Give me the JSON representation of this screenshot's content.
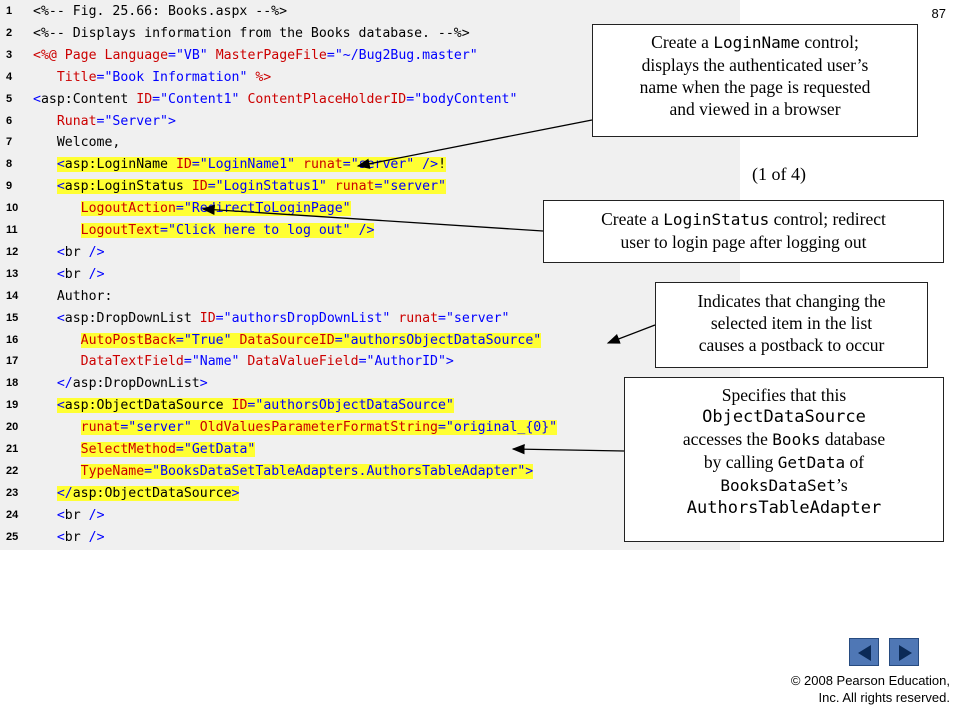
{
  "slide_number": "87",
  "code_lines": [
    {
      "num": "1",
      "highlight": false,
      "tokens": [
        [
          "t-black",
          "<%-- Fig. 25.66: Books.aspx --%>"
        ]
      ]
    },
    {
      "num": "2",
      "highlight": false,
      "tokens": [
        [
          "t-black",
          "<%-- Displays information from the Books database. --%>"
        ]
      ]
    },
    {
      "num": "3",
      "highlight": false,
      "tokens": [
        [
          "t-red",
          "<%@"
        ],
        [
          "t-black",
          " "
        ],
        [
          "t-red",
          "Page"
        ],
        [
          "t-black",
          " "
        ],
        [
          "t-red",
          "Language"
        ],
        [
          "t-blue",
          "="
        ],
        [
          "t-blue",
          "\"VB\""
        ],
        [
          "t-black",
          " "
        ],
        [
          "t-red",
          "MasterPageFile"
        ],
        [
          "t-blue",
          "="
        ],
        [
          "t-blue",
          "\"~/Bug2Bug.master\""
        ]
      ]
    },
    {
      "num": "4",
      "highlight": false,
      "tokens": [
        [
          "t-black",
          "   "
        ],
        [
          "t-red",
          "Title"
        ],
        [
          "t-blue",
          "="
        ],
        [
          "t-blue",
          "\"Book Information\""
        ],
        [
          "t-black",
          " "
        ],
        [
          "t-red",
          "%>"
        ]
      ]
    },
    {
      "num": "5",
      "highlight": false,
      "tokens": [
        [
          "t-blue",
          "<"
        ],
        [
          "t-black",
          "asp:Content"
        ],
        [
          "t-black",
          " "
        ],
        [
          "t-red",
          "ID"
        ],
        [
          "t-blue",
          "="
        ],
        [
          "t-blue",
          "\"Content1\""
        ],
        [
          "t-black",
          " "
        ],
        [
          "t-red",
          "ContentPlaceHolderID"
        ],
        [
          "t-blue",
          "="
        ],
        [
          "t-blue",
          "\"bodyContent\""
        ]
      ]
    },
    {
      "num": "6",
      "highlight": false,
      "tokens": [
        [
          "t-black",
          "   "
        ],
        [
          "t-red",
          "Runat"
        ],
        [
          "t-blue",
          "="
        ],
        [
          "t-blue",
          "\"Server\""
        ],
        [
          "t-blue",
          ">"
        ]
      ]
    },
    {
      "num": "7",
      "highlight": false,
      "tokens": [
        [
          "t-black",
          "   Welcome,"
        ]
      ]
    },
    {
      "num": "8",
      "highlight": true,
      "tokens": [
        [
          "t-black",
          "   "
        ],
        [
          "t-blue",
          "<"
        ],
        [
          "t-black",
          "asp:LoginName"
        ],
        [
          "t-black",
          " "
        ],
        [
          "t-red",
          "ID"
        ],
        [
          "t-blue",
          "="
        ],
        [
          "t-blue",
          "\"LoginName1\""
        ],
        [
          "t-black",
          " "
        ],
        [
          "t-red",
          "runat"
        ],
        [
          "t-blue",
          "="
        ],
        [
          "t-blue",
          "\"server\""
        ],
        [
          "t-black",
          " "
        ],
        [
          "t-blue",
          "/>"
        ],
        [
          "t-black",
          "!"
        ]
      ]
    },
    {
      "num": "9",
      "highlight": true,
      "tokens": [
        [
          "t-black",
          "   "
        ],
        [
          "t-blue",
          "<"
        ],
        [
          "t-black",
          "asp:LoginStatus"
        ],
        [
          "t-black",
          " "
        ],
        [
          "t-red",
          "ID"
        ],
        [
          "t-blue",
          "="
        ],
        [
          "t-blue",
          "\"LoginStatus1\""
        ],
        [
          "t-black",
          " "
        ],
        [
          "t-red",
          "runat"
        ],
        [
          "t-blue",
          "="
        ],
        [
          "t-blue",
          "\"server\""
        ]
      ]
    },
    {
      "num": "10",
      "highlight": true,
      "tokens": [
        [
          "t-black",
          "      "
        ],
        [
          "t-red",
          "LogoutAction"
        ],
        [
          "t-blue",
          "="
        ],
        [
          "t-blue",
          "\"RedirectToLoginPage\""
        ]
      ]
    },
    {
      "num": "11",
      "highlight": true,
      "tokens": [
        [
          "t-black",
          "      "
        ],
        [
          "t-red",
          "LogoutText"
        ],
        [
          "t-blue",
          "="
        ],
        [
          "t-blue",
          "\"Click here to log out\""
        ],
        [
          "t-black",
          " "
        ],
        [
          "t-blue",
          "/>"
        ]
      ]
    },
    {
      "num": "12",
      "highlight": false,
      "tokens": [
        [
          "t-black",
          "   "
        ],
        [
          "t-blue",
          "<"
        ],
        [
          "t-black",
          "br"
        ],
        [
          "t-black",
          " "
        ],
        [
          "t-blue",
          "/>"
        ]
      ]
    },
    {
      "num": "13",
      "highlight": false,
      "tokens": [
        [
          "t-black",
          "   "
        ],
        [
          "t-blue",
          "<"
        ],
        [
          "t-black",
          "br"
        ],
        [
          "t-black",
          " "
        ],
        [
          "t-blue",
          "/>"
        ]
      ]
    },
    {
      "num": "14",
      "highlight": false,
      "tokens": [
        [
          "t-black",
          "   Author:"
        ]
      ]
    },
    {
      "num": "15",
      "highlight": false,
      "tokens": [
        [
          "t-black",
          "   "
        ],
        [
          "t-blue",
          "<"
        ],
        [
          "t-black",
          "asp:DropDownList"
        ],
        [
          "t-black",
          " "
        ],
        [
          "t-red",
          "ID"
        ],
        [
          "t-blue",
          "="
        ],
        [
          "t-blue",
          "\"authorsDropDownList\""
        ],
        [
          "t-black",
          " "
        ],
        [
          "t-red",
          "runat"
        ],
        [
          "t-blue",
          "="
        ],
        [
          "t-blue",
          "\"server\""
        ]
      ]
    },
    {
      "num": "16",
      "highlight": true,
      "tokens": [
        [
          "t-black",
          "      "
        ],
        [
          "t-red",
          "AutoPostBack"
        ],
        [
          "t-blue",
          "="
        ],
        [
          "t-blue",
          "\"True\""
        ],
        [
          "t-black",
          " "
        ],
        [
          "t-red",
          "DataSourceID"
        ],
        [
          "t-blue",
          "="
        ],
        [
          "t-blue",
          "\"authorsObjectDataSource\""
        ]
      ]
    },
    {
      "num": "17",
      "highlight": false,
      "tokens": [
        [
          "t-black",
          "      "
        ],
        [
          "t-red",
          "DataTextField"
        ],
        [
          "t-blue",
          "="
        ],
        [
          "t-blue",
          "\"Name\""
        ],
        [
          "t-black",
          " "
        ],
        [
          "t-red",
          "DataValueField"
        ],
        [
          "t-blue",
          "="
        ],
        [
          "t-blue",
          "\"AuthorID\""
        ],
        [
          "t-blue",
          ">"
        ]
      ]
    },
    {
      "num": "18",
      "highlight": false,
      "tokens": [
        [
          "t-black",
          "   "
        ],
        [
          "t-blue",
          "</"
        ],
        [
          "t-black",
          "asp:DropDownList"
        ],
        [
          "t-blue",
          ">"
        ]
      ]
    },
    {
      "num": "19",
      "highlight": true,
      "tokens": [
        [
          "t-black",
          "   "
        ],
        [
          "t-blue",
          "<"
        ],
        [
          "t-black",
          "asp:ObjectDataSource"
        ],
        [
          "t-black",
          " "
        ],
        [
          "t-red",
          "ID"
        ],
        [
          "t-blue",
          "="
        ],
        [
          "t-blue",
          "\"authorsObjectDataSource\""
        ]
      ]
    },
    {
      "num": "20",
      "highlight": true,
      "tokens": [
        [
          "t-black",
          "      "
        ],
        [
          "t-red",
          "runat"
        ],
        [
          "t-blue",
          "="
        ],
        [
          "t-blue",
          "\"server\""
        ],
        [
          "t-black",
          " "
        ],
        [
          "t-red",
          "OldValuesParameterFormatString"
        ],
        [
          "t-blue",
          "="
        ],
        [
          "t-blue",
          "\"original_{0}\""
        ]
      ]
    },
    {
      "num": "21",
      "highlight": true,
      "tokens": [
        [
          "t-black",
          "      "
        ],
        [
          "t-red",
          "SelectMethod"
        ],
        [
          "t-blue",
          "="
        ],
        [
          "t-blue",
          "\"GetData\""
        ]
      ]
    },
    {
      "num": "22",
      "highlight": true,
      "tokens": [
        [
          "t-black",
          "      "
        ],
        [
          "t-red",
          "TypeName"
        ],
        [
          "t-blue",
          "="
        ],
        [
          "t-blue",
          "\"BooksDataSetTableAdapters.AuthorsTableAdapter\""
        ],
        [
          "t-blue",
          ">"
        ]
      ]
    },
    {
      "num": "23",
      "highlight": true,
      "tokens": [
        [
          "t-black",
          "   "
        ],
        [
          "t-blue",
          "</"
        ],
        [
          "t-black",
          "asp:ObjectDataSource"
        ],
        [
          "t-blue",
          ">"
        ]
      ]
    },
    {
      "num": "24",
      "highlight": false,
      "tokens": [
        [
          "t-black",
          "   "
        ],
        [
          "t-blue",
          "<"
        ],
        [
          "t-black",
          "br"
        ],
        [
          "t-black",
          " "
        ],
        [
          "t-blue",
          "/>"
        ]
      ]
    },
    {
      "num": "25",
      "highlight": false,
      "tokens": [
        [
          "t-black",
          "   "
        ],
        [
          "t-blue",
          "<"
        ],
        [
          "t-black",
          "br"
        ],
        [
          "t-black",
          " "
        ],
        [
          "t-blue",
          "/>"
        ]
      ]
    }
  ],
  "callouts": {
    "loginname": {
      "line1_pre": "Create a ",
      "line1_code": "LoginName",
      "line1_post": " control;",
      "line2": "displays the authenticated user’s",
      "line3": "name when the page is requested",
      "line4": "and viewed in a browser"
    },
    "loginstatus": {
      "line1_pre": "Create a ",
      "line1_code": "LoginStatus",
      "line1_post": " control; redirect",
      "line2": "user to login page after logging out"
    },
    "autopostback": {
      "line1": "Indicates that changing the",
      "line2": "selected item in the list",
      "line3": "causes a postback to occur"
    },
    "objectdatasource": {
      "line1": "Specifies that this",
      "line2_code": "ObjectDataSource",
      "line3_pre": "accesses the ",
      "line3_code": "Books",
      "line3_post": " database",
      "line4_pre": "by calling ",
      "line4_code": "GetData",
      "line4_post": " of",
      "line5_code": "BooksDataSet",
      "line5_post": "’s",
      "line6_code": "AuthorsTableAdapter"
    }
  },
  "page_indicator": "(1 of 4)",
  "copyright_line1": "© 2008 Pearson Education,",
  "copyright_line2": "Inc.  All rights reserved.",
  "nav": {
    "prev_icon": "left-triangle",
    "next_icon": "right-triangle"
  },
  "colors": {
    "highlight": "#ffff33",
    "code_bg": "#f0f0f0",
    "nav_button": "#4f77b5"
  }
}
